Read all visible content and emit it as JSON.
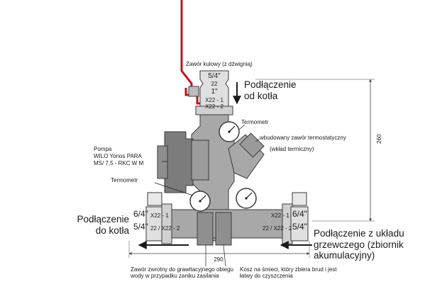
{
  "labels": {
    "valve": "Zawór kulowy (z dźwignią)",
    "thread_top_1": "5/4\"",
    "thread_top_1_sub": "22",
    "thread_top_2": "1\"",
    "thread_top_2_sub_a": "X22 - 1",
    "thread_top_2_sub_b": "X22 - 2",
    "boiler_top": "Podłączenie od kotła",
    "thermometer_top": "Termometr",
    "thermostatic_valve": "wbudowany zawór termostatyczny",
    "thermostatic_insert": "(wkład termiczny)",
    "pump_line1": "Pompa",
    "pump_line2": "WILO Yonos PARA",
    "pump_line3": "MS/ 7,5 - RKC W M",
    "thermometer_left": "Termometr",
    "left_connection": "Podłączenie do kotła",
    "left_thread_1": "6/4\"",
    "left_thread_1_sub": "X22 - 1",
    "left_thread_2": "5/4\"",
    "left_thread_2_sub": "22 / X22 - 2",
    "right_thread_1": "6/4\"",
    "right_thread_1_sub": "X22 - 1",
    "right_thread_2": "5/4\"",
    "right_thread_2_sub": "22 / X22 - 2",
    "right_connection": "Podłączenie z układu grzewczego (zbiornik akumulacyjny)",
    "dim_height": "260",
    "dim_width": "290",
    "check_valve": "Zawór zwrotny do grawitacyjnego obiegu wody w przypadku zaniku zasilania",
    "dirt_trap": "Kosz na śmieci, który zbiera brud i jest łatwy do czyszczenia"
  },
  "colors": {
    "body": "#a8a8a8",
    "body_dark": "#7c7c7c",
    "fitting": "#e0e0e0",
    "outline": "#3a3a3a",
    "lever": "#c8101c",
    "dim_line": "#444444"
  }
}
